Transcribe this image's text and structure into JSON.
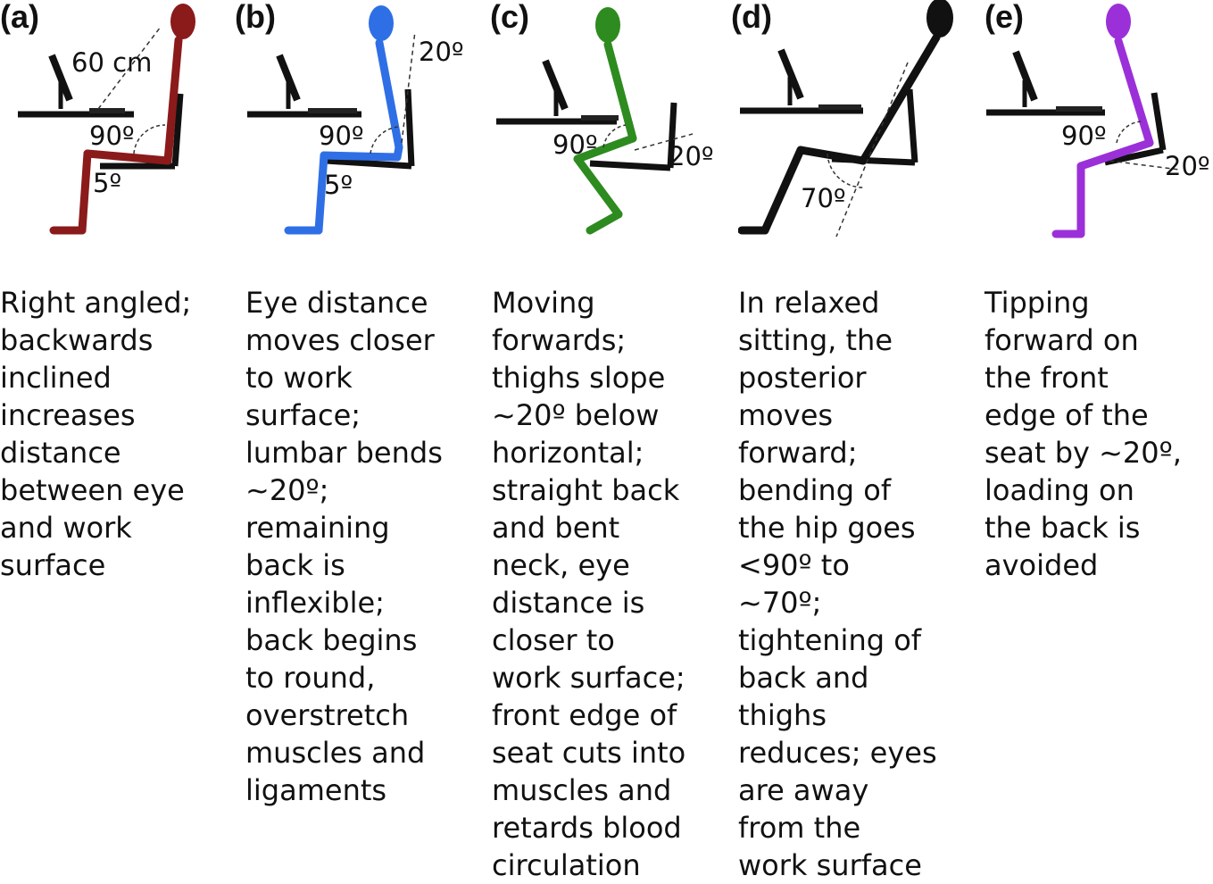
{
  "panels": [
    {
      "label": "(a)",
      "color": "#8b1a1a",
      "annotations": {
        "distance": "60 cm",
        "angle_top": "90º",
        "angle_low": "5º"
      },
      "caption": "Right angled;\nbackwards\ninclined\nincreases\ndistance\nbetween eye\nand work\nsurface"
    },
    {
      "label": "(b)",
      "color": "#2f6fe6",
      "annotations": {
        "angle_back": "20º",
        "angle_top": "90º",
        "angle_low": "5º"
      },
      "caption": "Eye distance\nmoves closer\nto work\nsurface;\nlumbar bends\n~20º;\nremaining\nback is\ninflexible;\nback begins\nto round,\noverstretch\nmuscles and\nligaments"
    },
    {
      "label": "(c)",
      "color": "#2e8b1f",
      "annotations": {
        "angle_top": "90º",
        "angle_seat": "20º"
      },
      "caption": "Moving\nforwards;\nthighs slope\n~20º below\nhorizontal;\nstraight back\nand bent\nneck, eye\ndistance is\ncloser to\nwork surface;\nfront edge of\nseat cuts into\nmuscles and\nretards blood\ncirculation"
    },
    {
      "label": "(d)",
      "color": "#111111",
      "annotations": {
        "angle_hip": "70º"
      },
      "caption": "In relaxed\nsitting, the\nposterior\nmoves\nforward;\nbending of\nthe hip goes\n<90º to\n~70º;\ntightening of\nback and\nthighs\nreduces; eyes\nare away\nfrom the\nwork surface"
    },
    {
      "label": "(e)",
      "color": "#9b30d9",
      "annotations": {
        "angle_top": "90º",
        "angle_seat": "20º"
      },
      "caption": "Tipping\nforward on\nthe front\nedge of the\nseat by ~20º,\nloading on\nthe back is\navoided"
    }
  ]
}
